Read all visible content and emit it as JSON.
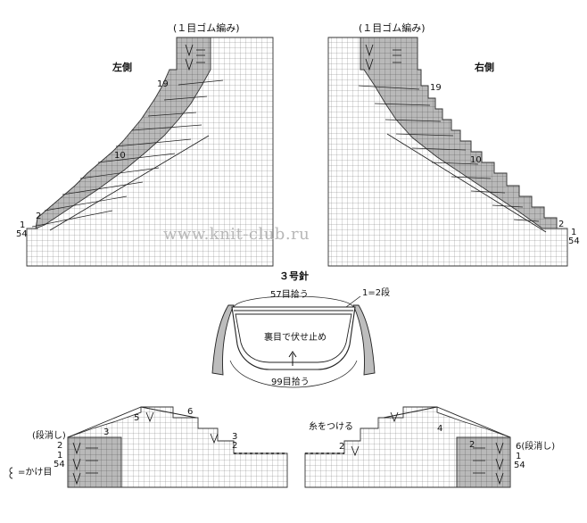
{
  "labels": {
    "rib_left": "(１目ゴム編み)",
    "rib_right": "(１目ゴム編み)",
    "left_side": "左側",
    "right_side": "右側",
    "left_row_19": "19",
    "left_row_10": "10",
    "left_row_2": "2",
    "left_row_1": "1",
    "left_row_54": "54",
    "right_row_19": "19",
    "right_row_10": "10",
    "right_row_2": "2",
    "right_row_1": "1",
    "right_row_54": "54",
    "needle": "３号針",
    "pick_up_57": "57目拾う",
    "row_ratio": "1=2段",
    "bind_off": "裏目で伏せ止め",
    "pick_up_99": "99目拾う",
    "bl_dankeshi": "(段消し)",
    "bl_2": "2",
    "bl_1": "1",
    "bl_54": "54",
    "bl_3": "3",
    "bl_5": "5",
    "bl_6": "6",
    "bl_3b": "3",
    "bl_2b": "2",
    "legend": "=かけ目",
    "br_attach": "糸をつける",
    "br_2": "2",
    "br_4": "4",
    "br_2b": "2",
    "br_6": "6(段消し)",
    "br_1": "1",
    "br_54": "54",
    "watermark": "www.knit-club.ru"
  }
}
